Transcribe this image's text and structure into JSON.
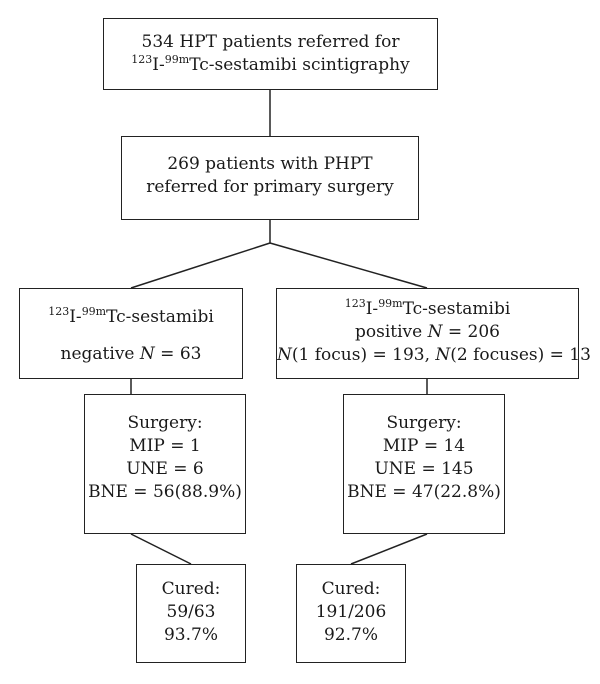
{
  "top": {
    "line1": "534 HPT patients referred for",
    "iso1_mass": "123",
    "iso1_sym": "I-",
    "iso2_mass": "99m",
    "iso2_rest": "Tc-sestamibi scintigraphy"
  },
  "phpt": {
    "line1": "269 patients with PHPT",
    "line2": "referred for primary surgery"
  },
  "negative": {
    "iso1_mass": "123",
    "iso1_sym": "I-",
    "iso2_mass": "99m",
    "iso2_rest": "Tc-sestamibi",
    "label": "negative",
    "n_symbol": "N",
    "n_value": " = 63"
  },
  "positive": {
    "iso1_mass": "123",
    "iso1_sym": "I-",
    "iso2_mass": "99m",
    "iso2_rest": "Tc-sestamibi",
    "label": "positive",
    "n_symbol": "N",
    "n_value": " = 206",
    "foci_sym1": "N",
    "foci_text1": "(1 focus) = 193, ",
    "foci_sym2": "N",
    "foci_text2": "(2 focuses) = 13"
  },
  "surgery_left": {
    "title": "Surgery:",
    "mip": "MIP = 1",
    "une": "UNE = 6",
    "bne": "BNE = 56(88.9%)"
  },
  "surgery_right": {
    "title": "Surgery:",
    "mip": "MIP = 14",
    "une": "UNE = 145",
    "bne": "BNE = 47(22.8%)"
  },
  "cured_left": {
    "title": "Cured:",
    "ratio": "59/63",
    "percent": "93.7%"
  },
  "cured_right": {
    "title": "Cured:",
    "ratio": "191/206",
    "percent": "92.7%"
  },
  "colors": {
    "line": "#222222",
    "text": "#1a1a1a",
    "background": "#ffffff"
  }
}
